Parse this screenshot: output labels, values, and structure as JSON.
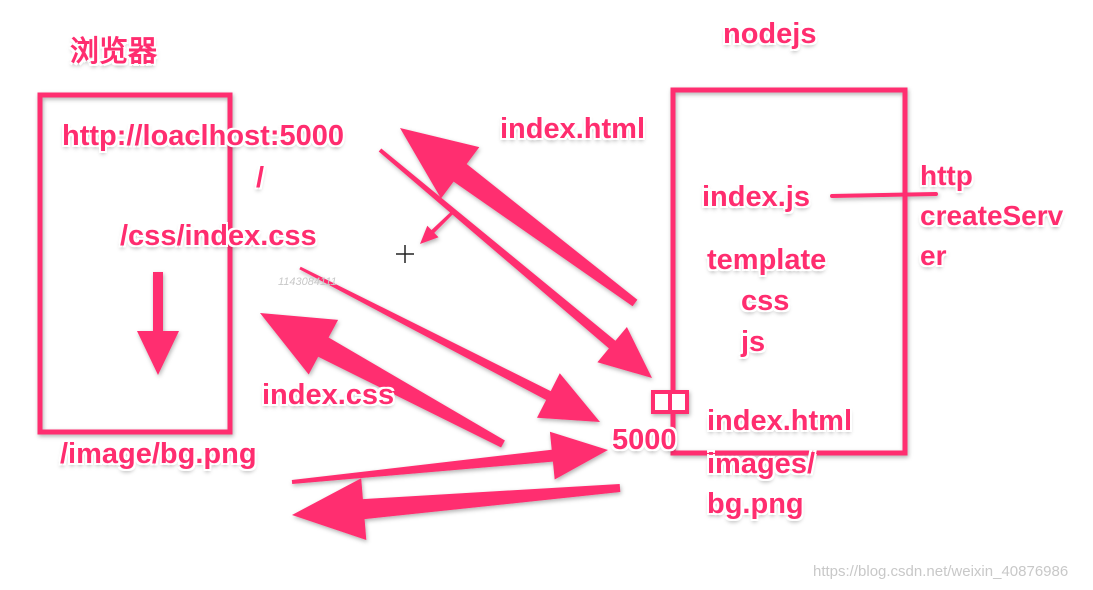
{
  "colors": {
    "accent": "#ff2d6f",
    "cursor": "#222222"
  },
  "labels": {
    "browser_title": "浏览器",
    "node_title": "nodejs",
    "url": "http://loaclhost:5000",
    "slash": "/",
    "css_path": "/css/index.css",
    "image_path": "/image/bg.png",
    "resp_index_html": "index.html",
    "resp_index_css": "index.css",
    "port": "5000",
    "index_js": "index.js",
    "template": "template",
    "css": "css",
    "js": "js",
    "index_html": "index.html",
    "images": "images/",
    "bg_png": "bg.png",
    "http_line1": "http",
    "http_line2": "createServ",
    "http_line3": "er"
  },
  "watermark": {
    "url": "https://blog.csdn.net/weixin_40876986",
    "faint": "1143084111"
  },
  "icons": {
    "cursor": "crosshair-cursor-icon"
  }
}
